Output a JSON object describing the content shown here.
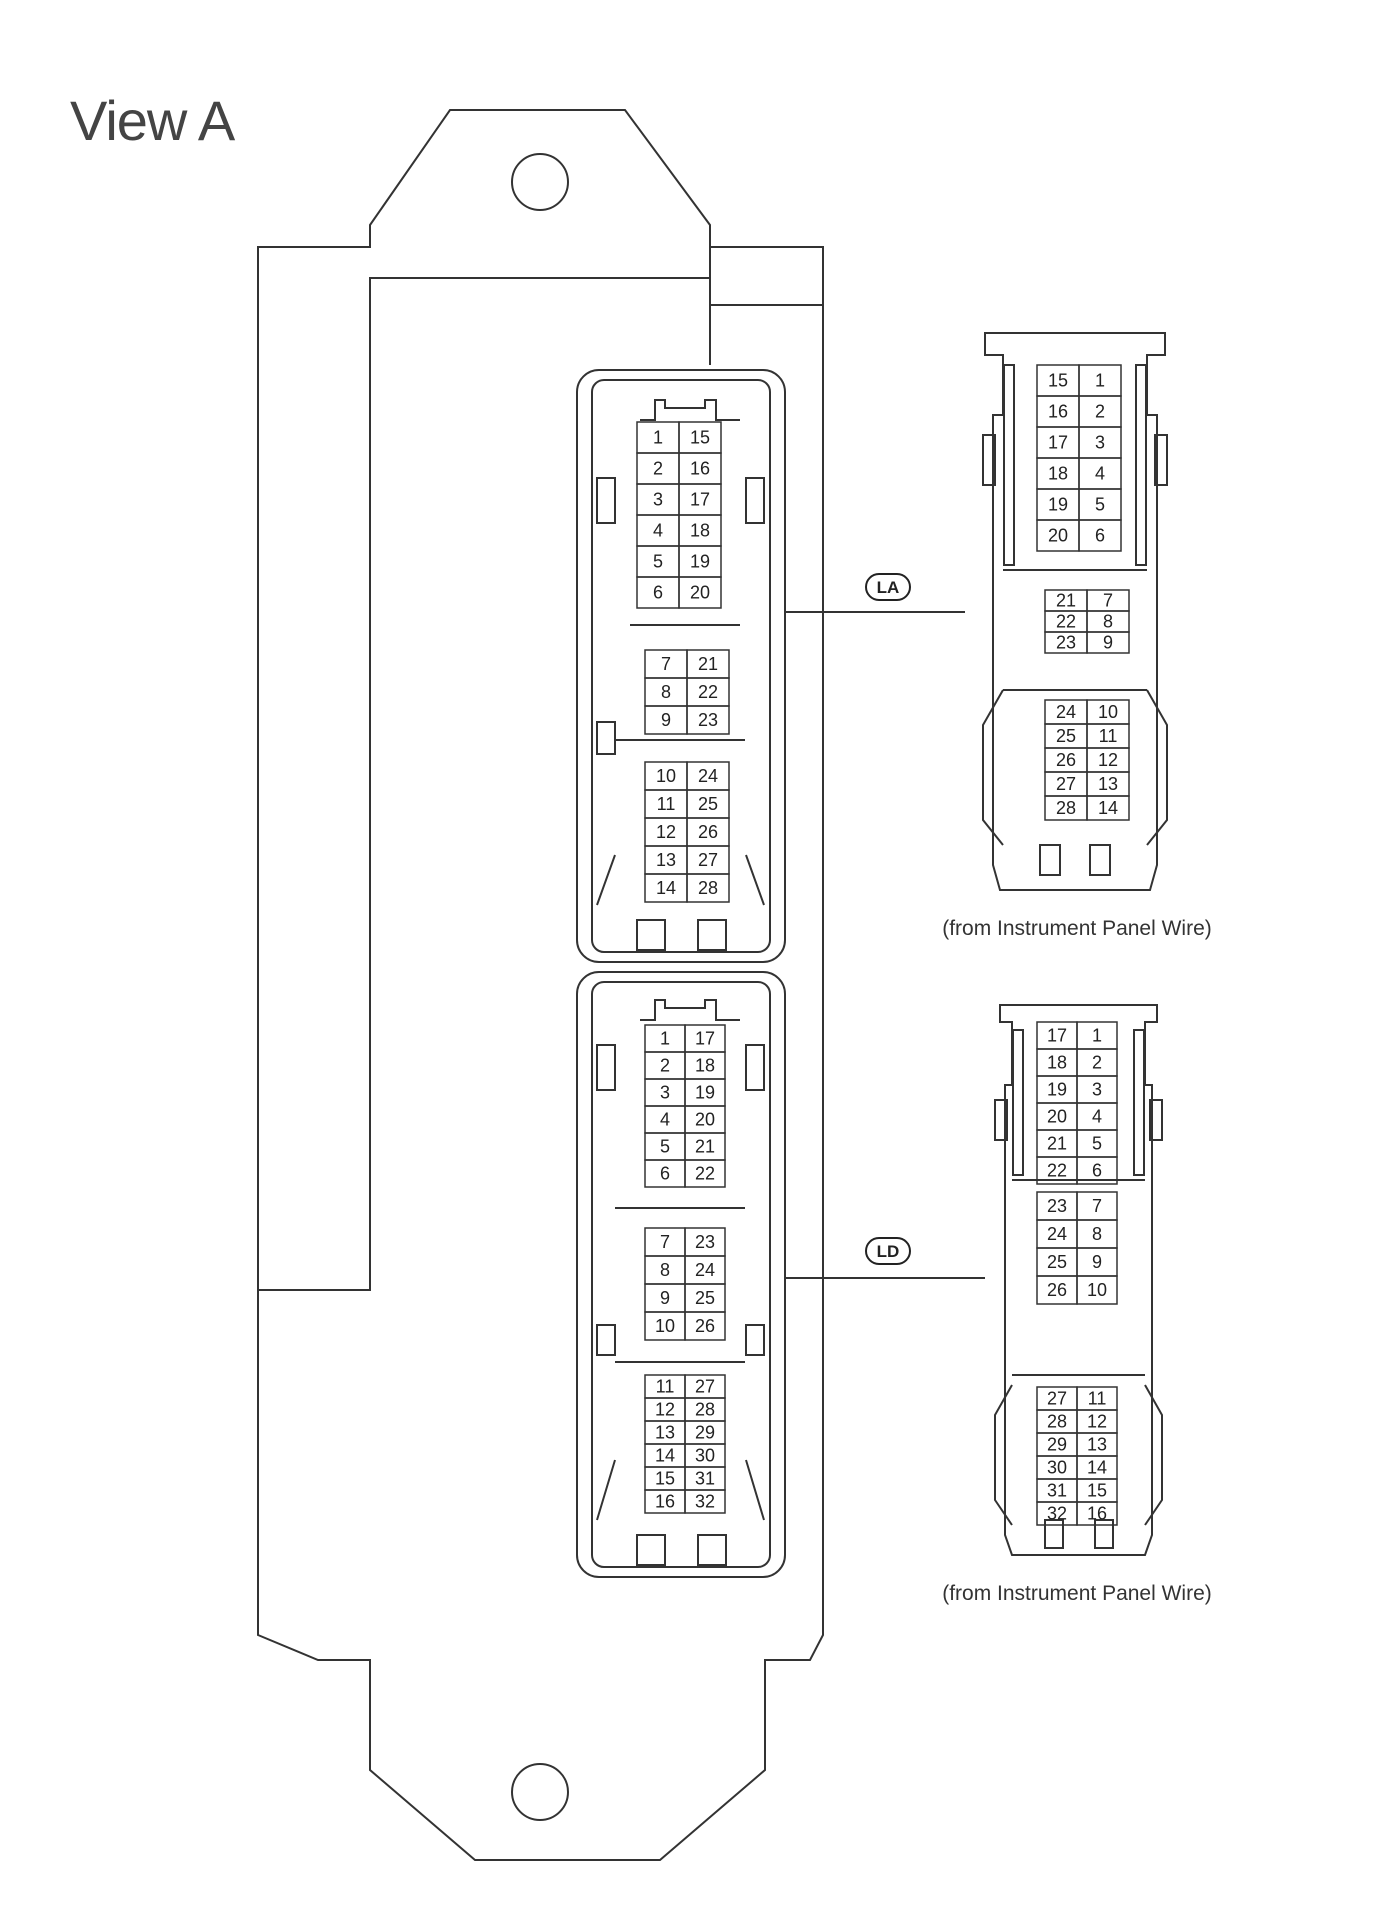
{
  "title": "View A",
  "connectors": [
    {
      "label": "LA",
      "caption": "(from Instrument Panel Wire)",
      "ecu_blocks": [
        [
          [
            "1",
            "15"
          ],
          [
            "2",
            "16"
          ],
          [
            "3",
            "17"
          ],
          [
            "4",
            "18"
          ],
          [
            "5",
            "19"
          ],
          [
            "6",
            "20"
          ]
        ],
        [
          [
            "7",
            "21"
          ],
          [
            "8",
            "22"
          ],
          [
            "9",
            "23"
          ]
        ],
        [
          [
            "10",
            "24"
          ],
          [
            "11",
            "25"
          ],
          [
            "12",
            "26"
          ],
          [
            "13",
            "27"
          ],
          [
            "14",
            "28"
          ]
        ]
      ],
      "harness_blocks": [
        [
          [
            "15",
            "1"
          ],
          [
            "16",
            "2"
          ],
          [
            "17",
            "3"
          ],
          [
            "18",
            "4"
          ],
          [
            "19",
            "5"
          ],
          [
            "20",
            "6"
          ]
        ],
        [
          [
            "21",
            "7"
          ],
          [
            "22",
            "8"
          ],
          [
            "23",
            "9"
          ]
        ],
        [
          [
            "24",
            "10"
          ],
          [
            "25",
            "11"
          ],
          [
            "26",
            "12"
          ],
          [
            "27",
            "13"
          ],
          [
            "28",
            "14"
          ]
        ]
      ]
    },
    {
      "label": "LD",
      "caption": "(from Instrument Panel Wire)",
      "ecu_blocks": [
        [
          [
            "1",
            "17"
          ],
          [
            "2",
            "18"
          ],
          [
            "3",
            "19"
          ],
          [
            "4",
            "20"
          ],
          [
            "5",
            "21"
          ],
          [
            "6",
            "22"
          ]
        ],
        [
          [
            "7",
            "23"
          ],
          [
            "8",
            "24"
          ],
          [
            "9",
            "25"
          ],
          [
            "10",
            "26"
          ]
        ],
        [
          [
            "11",
            "27"
          ],
          [
            "12",
            "28"
          ],
          [
            "13",
            "29"
          ],
          [
            "14",
            "30"
          ],
          [
            "15",
            "31"
          ],
          [
            "16",
            "32"
          ]
        ]
      ],
      "harness_blocks": [
        [
          [
            "17",
            "1"
          ],
          [
            "18",
            "2"
          ],
          [
            "19",
            "3"
          ],
          [
            "20",
            "4"
          ],
          [
            "21",
            "5"
          ],
          [
            "22",
            "6"
          ]
        ],
        [
          [
            "23",
            "7"
          ],
          [
            "24",
            "8"
          ],
          [
            "25",
            "9"
          ],
          [
            "26",
            "10"
          ]
        ],
        [
          [
            "27",
            "11"
          ],
          [
            "28",
            "12"
          ],
          [
            "29",
            "13"
          ],
          [
            "30",
            "14"
          ],
          [
            "31",
            "15"
          ],
          [
            "32",
            "16"
          ]
        ]
      ]
    }
  ]
}
